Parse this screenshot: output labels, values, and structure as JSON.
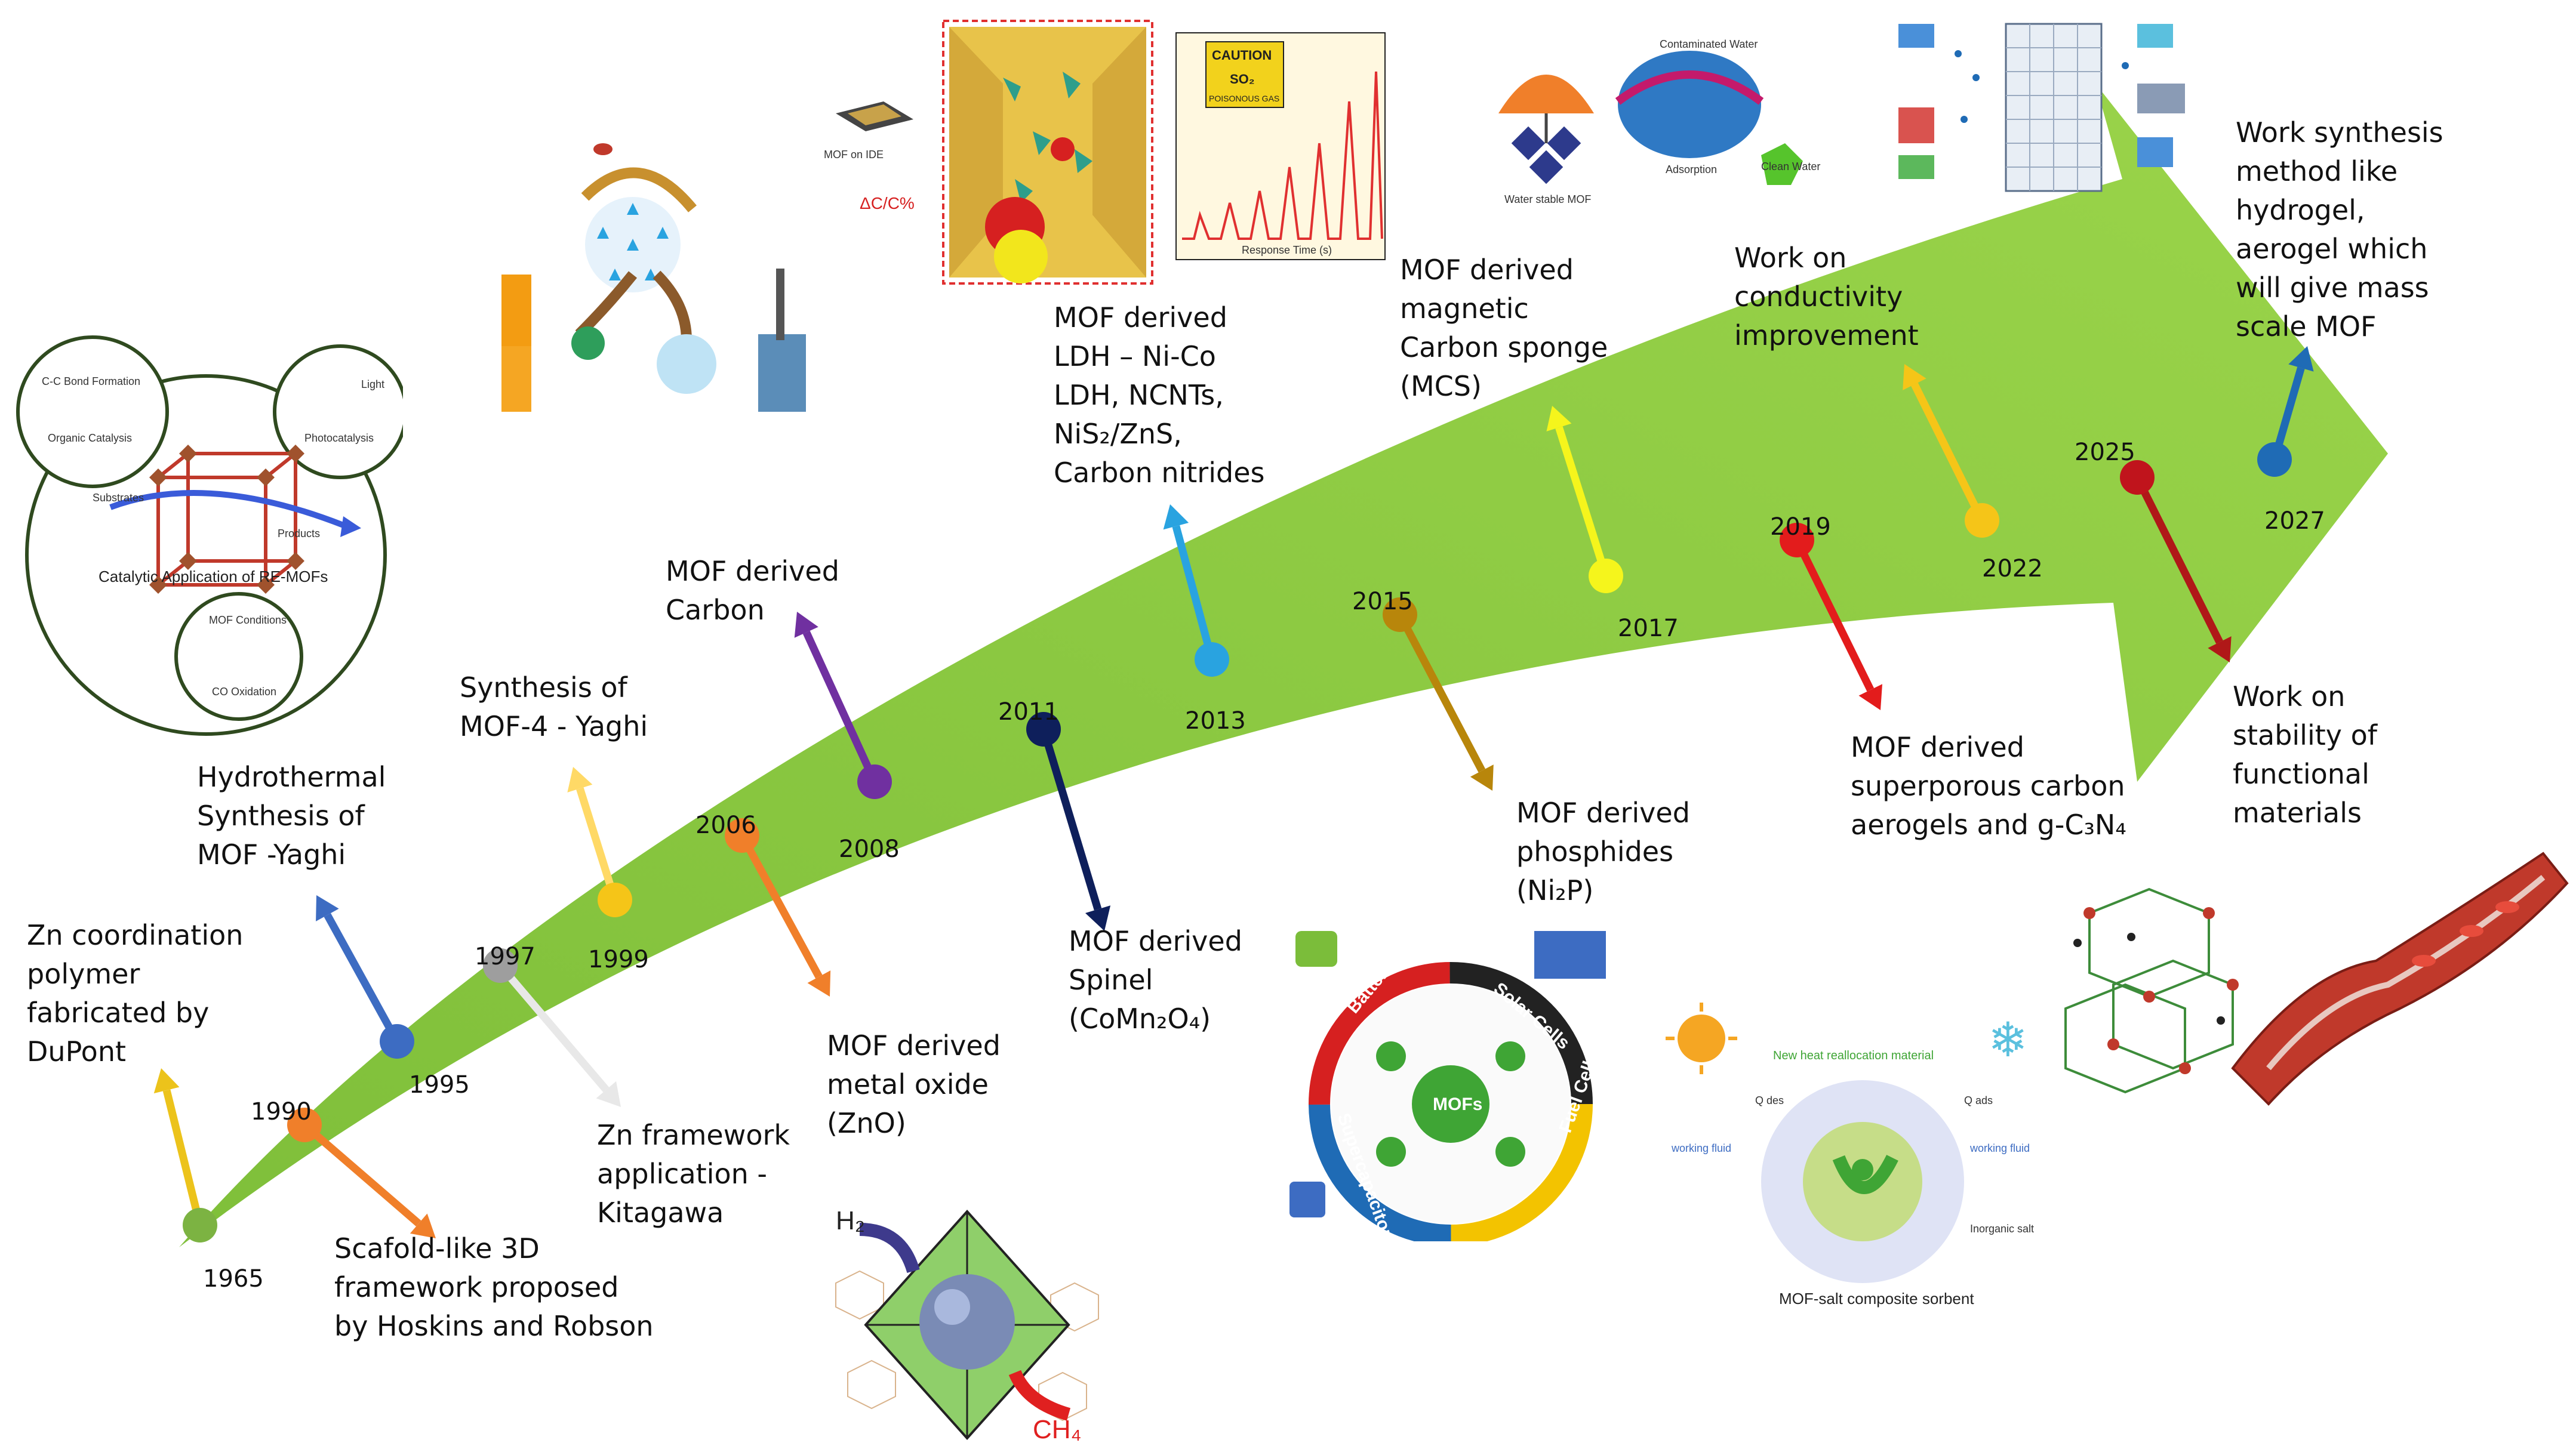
{
  "colors": {
    "arrow": "#8cc63f",
    "arrow_dark": "#6aa82a"
  },
  "events": [
    {
      "year": "1965",
      "label": "Zn coordination\npolymer\nfabricated by\nDuPont",
      "color": "#ecc31b",
      "dot": "#7cb342"
    },
    {
      "year": "1990",
      "label": "Scafold-like 3D\nframework proposed\nby Hoskins and Robson",
      "color": "#f07f2a",
      "dot": "#f07f2a"
    },
    {
      "year": "1995",
      "label": "Hydrothermal\nSynthesis of\nMOF -Yaghi",
      "color": "#3d6cc2",
      "dot": "#3d6cc2"
    },
    {
      "year": "1997",
      "label": "Zn framework\napplication -\nKitagawa",
      "color": "#e8e8e8",
      "dot": "#9e9e9e"
    },
    {
      "year": "1999",
      "label": "Synthesis of\nMOF-4 - Yaghi",
      "color": "#ffd966",
      "dot": "#f5c518"
    },
    {
      "year": "2006",
      "label": "MOF derived\nmetal oxide\n(ZnO)",
      "color": "#f07f2a",
      "dot": "#f07f2a"
    },
    {
      "year": "2008",
      "label": "MOF derived\nCarbon",
      "color": "#7030a0",
      "dot": "#7030a0"
    },
    {
      "year": "2011",
      "label": "MOF derived\nSpinel\n(CoMn₂O₄)",
      "color": "#0e1f5b",
      "dot": "#0e1f5b"
    },
    {
      "year": "2013",
      "label": "MOF derived\nLDH – Ni-Co\nLDH, NCNTs,\nNiS₂/ZnS,\nCarbon nitrides",
      "color": "#29a3e0",
      "dot": "#29a3e0"
    },
    {
      "year": "2015",
      "label": "MOF derived\nphosphides\n(Ni₂P)",
      "color": "#b8860b",
      "dot": "#b8860b"
    },
    {
      "year": "2017",
      "label": "MOF derived\nmagnetic\nCarbon sponge\n(MCS)",
      "color": "#f5f51c",
      "dot": "#f5f51c"
    },
    {
      "year": "2019",
      "label": "MOF derived\nsuperporous carbon\naerogels and g-C₃N₄",
      "color": "#e31c1c",
      "dot": "#e31c1c"
    },
    {
      "year": "2022",
      "label": "Work on\nconductivity\nimprovement",
      "color": "#f5c518",
      "dot": "#f5c518"
    },
    {
      "year": "2025",
      "label": "Work on\nstability of\nfunctional\nmaterials",
      "color": "#b01818",
      "dot": "#c0141c"
    },
    {
      "year": "2027",
      "label": "Work synthesis\nmethod like\nhydrogel,\naerogel which\nwill give mass\nscale MOF",
      "color": "#1f6bb5",
      "dot": "#1f6bb5"
    }
  ],
  "insets": {
    "catalysis": {
      "title": "Catalytic Application of RE-MOFs",
      "organic": "Organic Catalysis",
      "organic_top": "C-C Bond Formation",
      "photo": "Photocatalysis",
      "light": "Light",
      "co_ox": "CO Oxidation",
      "co_top": "MOF Conditions",
      "substrates": "Substrates",
      "products": "Products"
    },
    "sensor": {
      "mof_on_ide": "MOF on IDE",
      "dcc": "ΔC/C%",
      "caution": "CAUTION",
      "so2": "SO₂",
      "poison": "POISONOUS GAS",
      "xlabel": "Response Time (s)"
    },
    "water": {
      "contaminated": "Contaminated Water",
      "adsorption": "Adsorption",
      "clean": "Clean Water",
      "stable": "Water stable MOF"
    },
    "energy": {
      "batteries": "Batteries",
      "solar": "Solar Cells",
      "fuel": "Fuel Cells",
      "super": "Supercapacitors",
      "center": "MOFs"
    },
    "methane": {
      "h2": "H₂",
      "ch4": "CH₄"
    },
    "sorbent": {
      "title": "MOF-salt composite sorbent",
      "top": "New heat reallocation material",
      "q_des": "Q des",
      "q_ads": "Q ads",
      "working_left": "working fluid",
      "working_right": "working fluid",
      "inorganic": "Inorganic salt"
    }
  }
}
